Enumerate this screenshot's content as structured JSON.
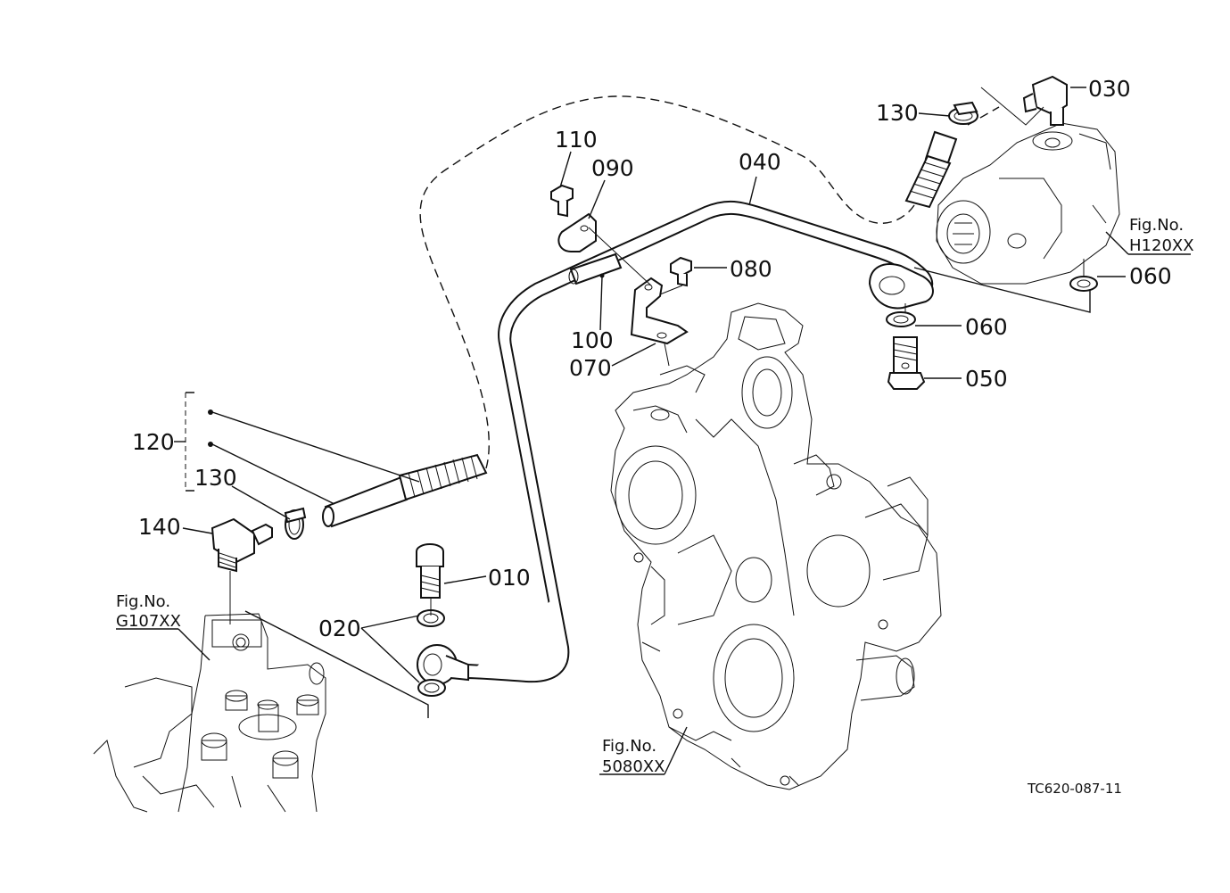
{
  "parts": {
    "p010": "010",
    "p020": "020",
    "p030": "030",
    "p040": "040",
    "p050": "050",
    "p060a": "060",
    "p060b": "060",
    "p070": "070",
    "p080": "080",
    "p090": "090",
    "p100": "100",
    "p110": "110",
    "p120": "120",
    "p130a": "130",
    "p130b": "130",
    "p140": "140"
  },
  "figure_refs": {
    "h120": {
      "label": "Fig.No.",
      "code": "H120XX"
    },
    "g107": {
      "label": "Fig.No.",
      "code": "G107XX"
    },
    "s5080": {
      "label": "Fig.No.",
      "code": "5080XX"
    }
  },
  "drawing_code": "TC620-087-11"
}
